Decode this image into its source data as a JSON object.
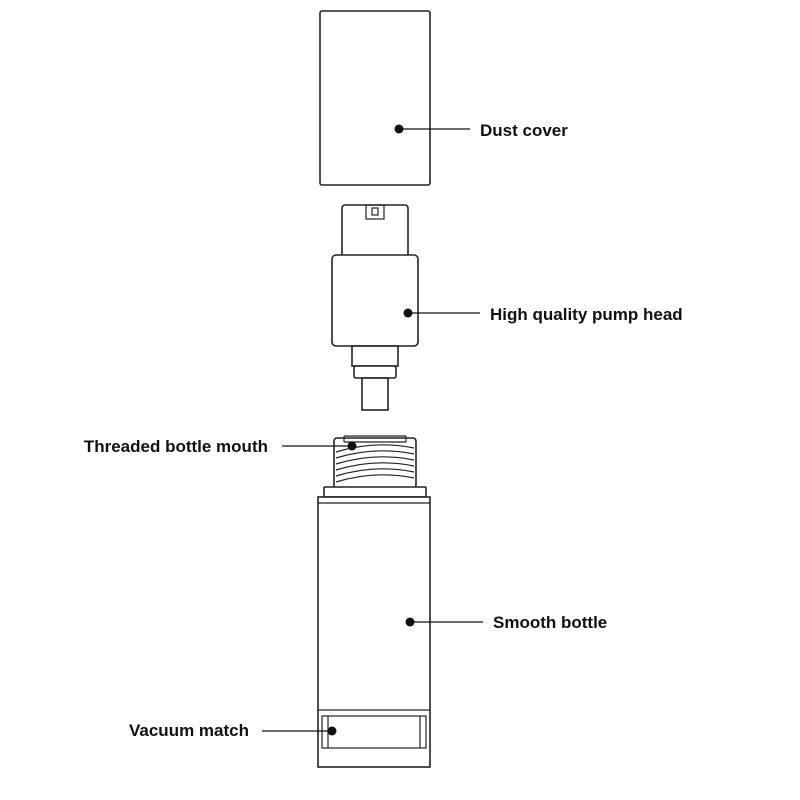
{
  "labels": {
    "dust_cover": "Dust cover",
    "pump_head": "High quality pump head",
    "bottle_mouth": "Threaded bottle mouth",
    "bottle": "Smooth bottle",
    "vacuum": "Vacuum match"
  },
  "colors": {
    "stroke": "#222222",
    "text": "#111111",
    "background": "#ffffff"
  }
}
